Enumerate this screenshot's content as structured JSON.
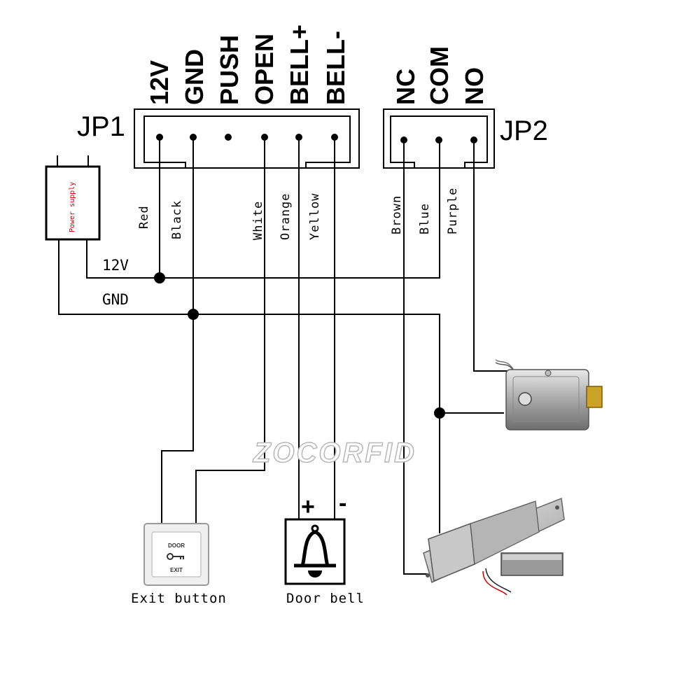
{
  "connectors": {
    "jp1": {
      "label": "JP1",
      "pins": [
        "12V",
        "GND",
        "PUSH",
        "OPEN",
        "BELL+",
        "BELL-"
      ]
    },
    "jp2": {
      "label": "JP2",
      "pins": [
        "NC",
        "COM",
        "NO"
      ]
    }
  },
  "wires": {
    "jp1_colors": [
      "Red",
      "Black",
      "White",
      "Orange",
      "Yellow"
    ],
    "jp2_colors": [
      "Brown",
      "Blue",
      "Purple"
    ],
    "red_color": "#cc0000"
  },
  "power_supply": {
    "label": "Power supply",
    "v12_label": "12V",
    "gnd_label": "GND"
  },
  "devices": {
    "exit_button": {
      "caption": "Exit button",
      "face_top": "DOOR",
      "face_bottom": "EXIT"
    },
    "door_bell": {
      "caption": "Door bell",
      "plus": "+",
      "minus": "-"
    }
  },
  "watermark": "ZOCORFID"
}
